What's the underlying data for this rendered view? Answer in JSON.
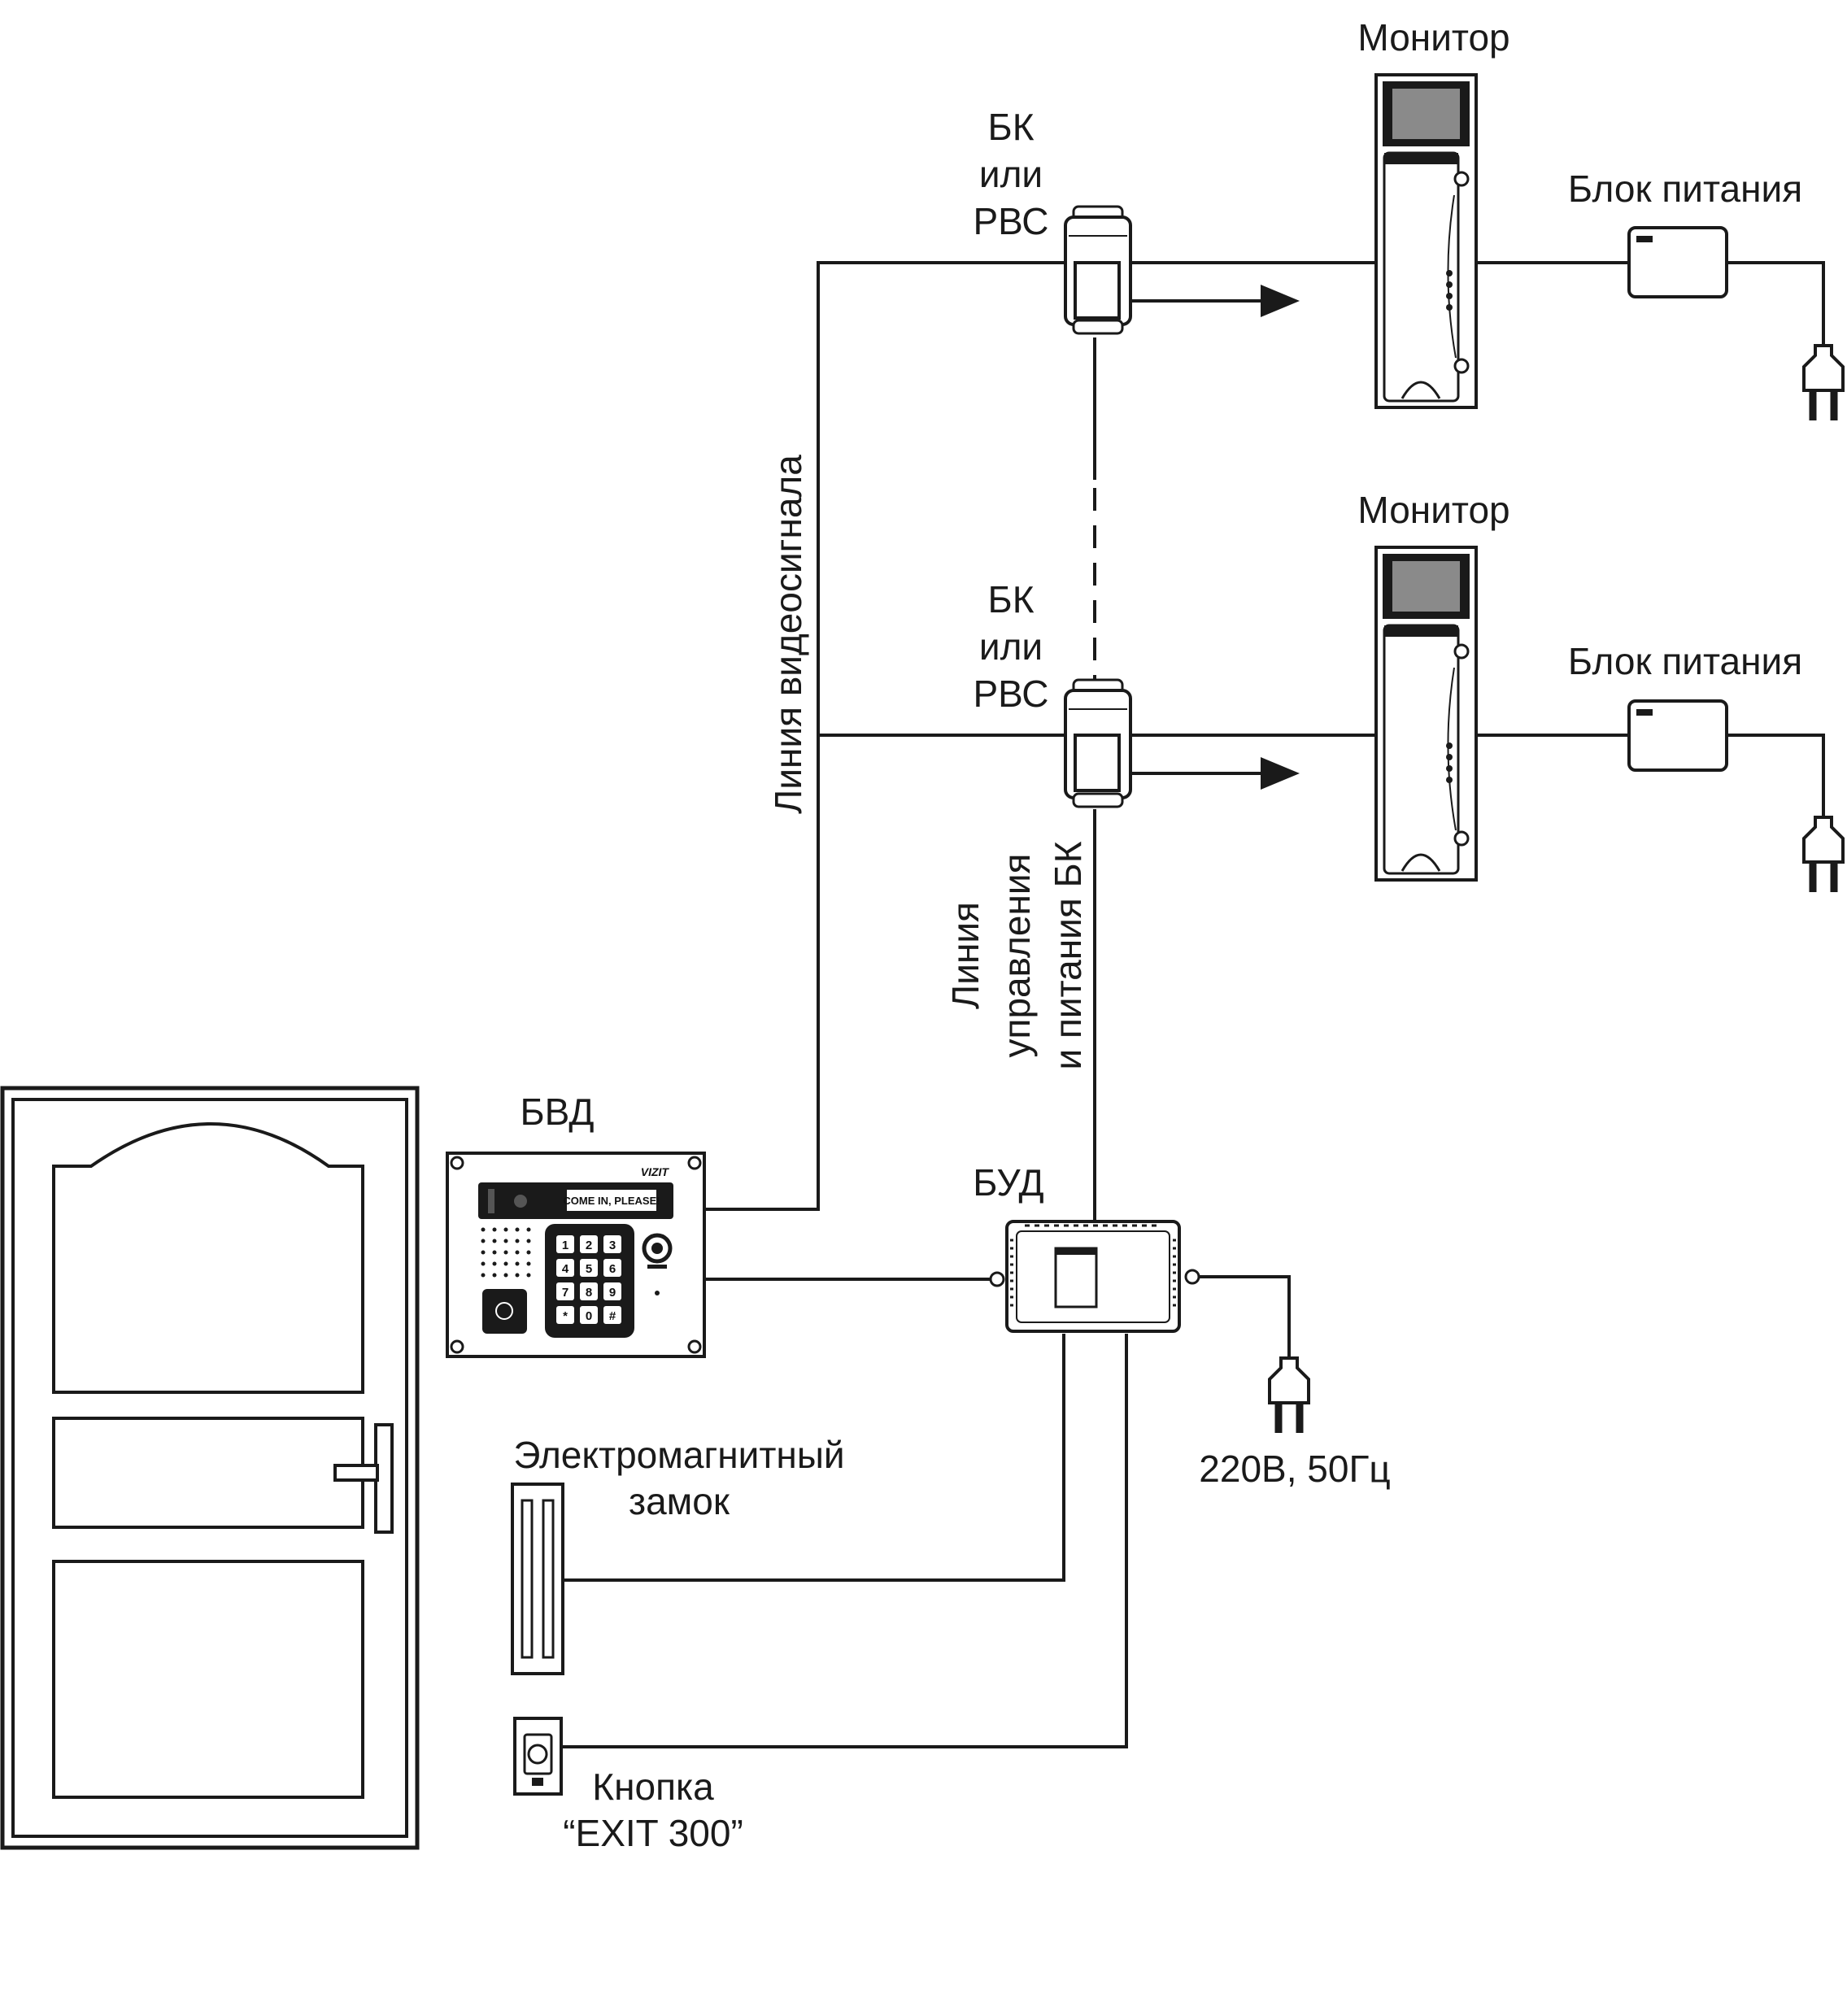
{
  "labels": {
    "monitor_1": "Монитор",
    "monitor_2": "Монитор",
    "psu_1": "Блок питания",
    "psu_2": "Блок питания",
    "bk_1": [
      "БК",
      "или",
      "РВС"
    ],
    "bk_2": [
      "БК",
      "или",
      "РВС"
    ],
    "video_line": "Линия видеосигнала",
    "control_line": [
      "Линия",
      "управления",
      "и питания БК"
    ],
    "bvd": "БВД",
    "bud": "БУД",
    "lock": [
      "Электромагнитный",
      "замок"
    ],
    "button": [
      "Кнопка",
      "“EXIT 300”"
    ],
    "mains": "220В, 50Гц"
  },
  "panel": {
    "brand": "VIZIT",
    "display_text": "COME IN, PLEASE!",
    "keys": [
      "1",
      "2",
      "3",
      "4",
      "5",
      "6",
      "7",
      "8",
      "9",
      "*",
      "0",
      "#"
    ]
  },
  "colors": {
    "line": "#1a1a1a",
    "background": "#ffffff",
    "screen": "#8a8a8a"
  }
}
